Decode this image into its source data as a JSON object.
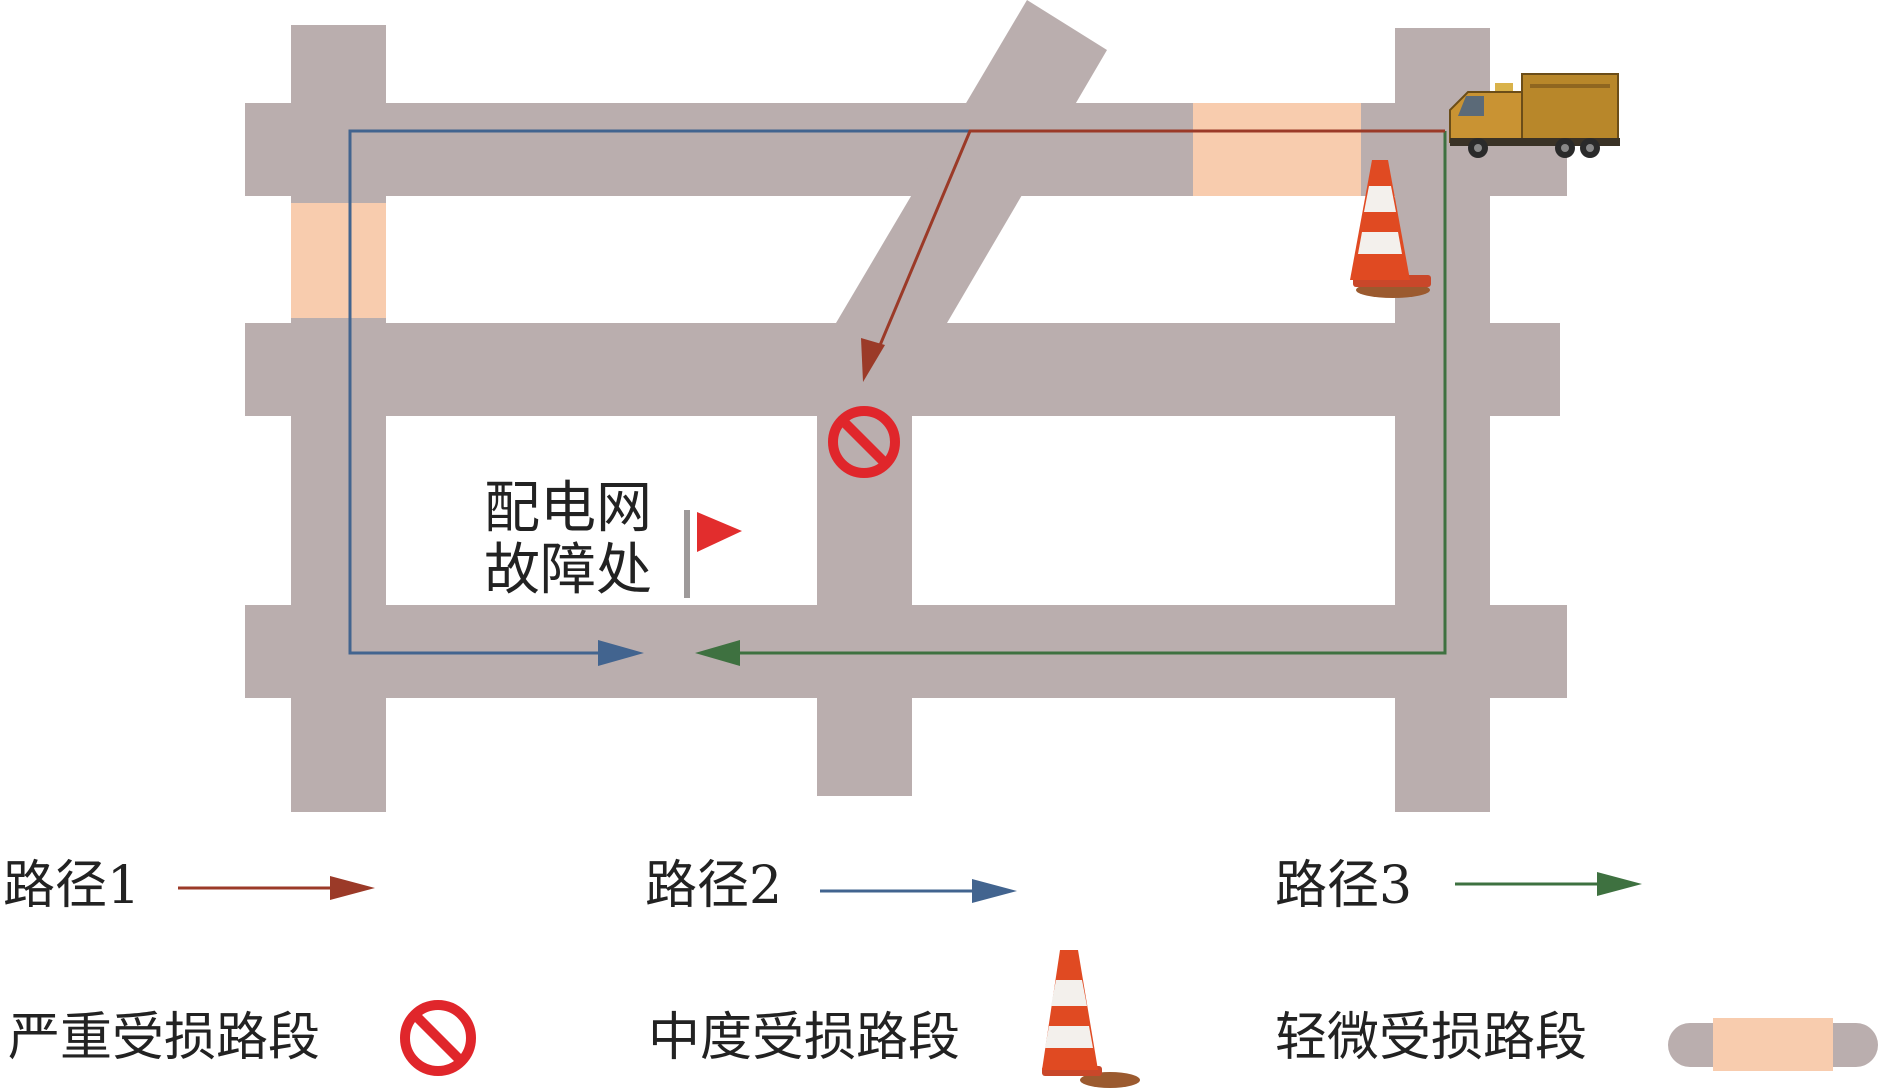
{
  "map": {
    "fault_label_line1": "配电网",
    "fault_label_line2": "故障处"
  },
  "legend": {
    "paths": [
      {
        "label": "路径1",
        "color": "#9b3a28"
      },
      {
        "label": "路径2",
        "color": "#42648f"
      },
      {
        "label": "路径3",
        "color": "#3e7140"
      }
    ],
    "damage": [
      {
        "label": "严重受损路段",
        "icon": "no-entry-icon"
      },
      {
        "label": "中度受损路段",
        "icon": "traffic-cone-icon"
      },
      {
        "label": "轻微受损路段",
        "icon": "light-damage-road-segment-icon"
      }
    ]
  },
  "colors": {
    "road": "#baaeae",
    "light_damage": "#f8ccae",
    "no_entry": "#e0262b",
    "flag": "#e22d2d",
    "cone": "#e04a22",
    "vehicle": "#b8872a"
  }
}
